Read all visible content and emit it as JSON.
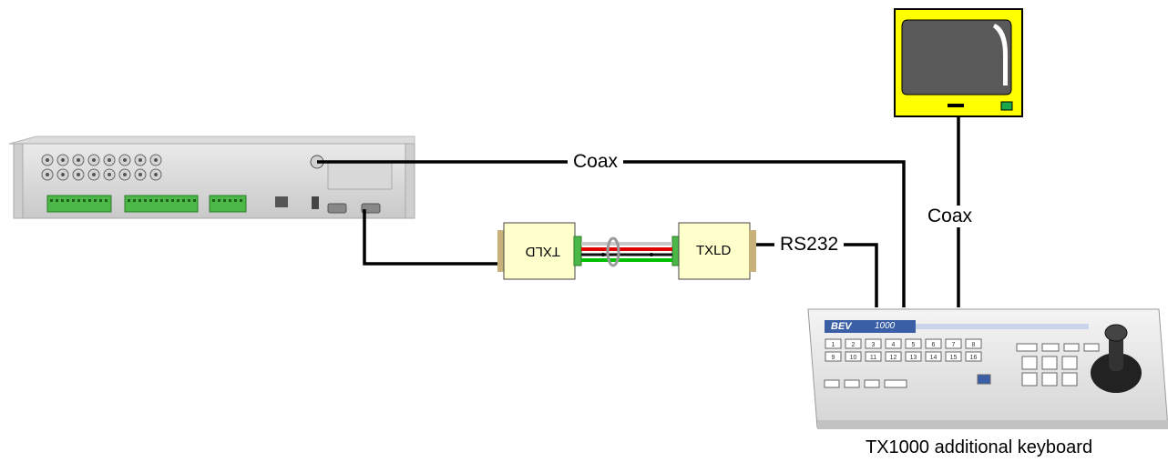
{
  "labels": {
    "coax_top": "Coax",
    "coax_right": "Coax",
    "rs232": "RS232",
    "txld_left": "TXLD",
    "txld_right": "TXLD",
    "keyboard_caption": "TX1000 additional keyboard"
  },
  "keyboard": {
    "brand": "BEV",
    "model": "1000",
    "keys_row1": [
      "1",
      "2",
      "3",
      "4",
      "5",
      "6",
      "7",
      "8"
    ],
    "keys_row2": [
      "9",
      "10",
      "11",
      "12",
      "13",
      "14",
      "15",
      "16"
    ]
  },
  "colors": {
    "cable": "#000000",
    "monitor_body": "#ffff00",
    "monitor_screen": "#595959",
    "txld_box": "#ffffcc",
    "wire_red": "#e00000",
    "wire_green": "#00c000",
    "wire_black": "#111111",
    "terminal_green": "#4cb848",
    "keyboard_header": "#3b5fa6"
  },
  "icons": [
    "dvr-rack-unit",
    "txld-converter-box",
    "crt-monitor",
    "control-keyboard-joystick"
  ]
}
